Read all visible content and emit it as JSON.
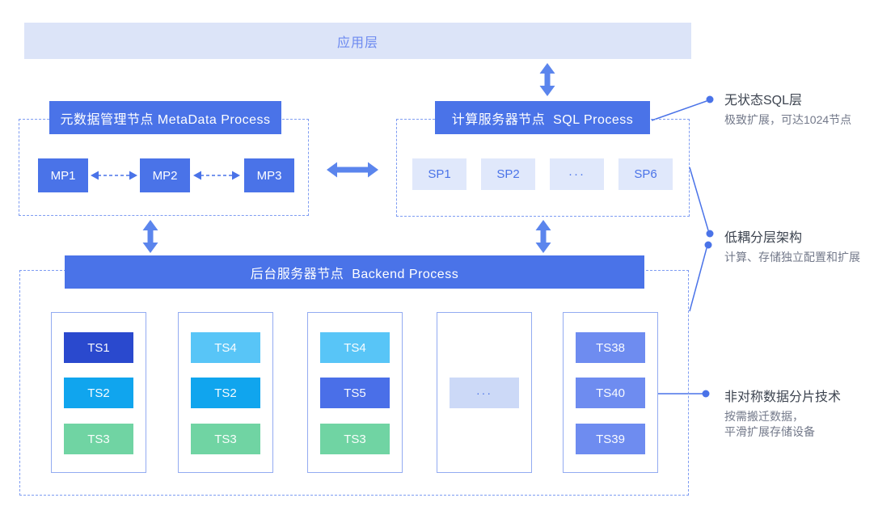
{
  "app_layer": {
    "label": "应用层"
  },
  "metadata": {
    "header": "元数据管理节点 MetaData Process",
    "nodes": [
      "MP1",
      "MP2",
      "MP3"
    ]
  },
  "sql_layer": {
    "header": "计算服务器节点  SQL Process",
    "nodes": [
      "SP1",
      "SP2",
      "···",
      "SP6"
    ]
  },
  "backend": {
    "header": "后台服务器节点  Backend Process",
    "columns": [
      {
        "cells": [
          {
            "label": "TS1",
            "color": "#2a49ce"
          },
          {
            "label": "TS2",
            "color": "#10a5ee"
          },
          {
            "label": "TS3",
            "color": "#70d4a3"
          }
        ]
      },
      {
        "cells": [
          {
            "label": "TS4",
            "color": "#58c5f7"
          },
          {
            "label": "TS2",
            "color": "#10a5ee"
          },
          {
            "label": "TS3",
            "color": "#70d4a3"
          }
        ]
      },
      {
        "cells": [
          {
            "label": "TS4",
            "color": "#58c5f7"
          },
          {
            "label": "TS5",
            "color": "#4a6fe8"
          },
          {
            "label": "TS3",
            "color": "#70d4a3"
          }
        ]
      },
      {
        "ellipsis": "···"
      },
      {
        "cells": [
          {
            "label": "TS38",
            "color": "#6e8cf0"
          },
          {
            "label": "TS40",
            "color": "#6e8cf0"
          },
          {
            "label": "TS39",
            "color": "#6e8cf0"
          }
        ]
      }
    ]
  },
  "annotations": [
    {
      "title": "无状态SQL层",
      "lines": [
        "极致扩展，可达1024节点"
      ]
    },
    {
      "title": "低耦分层架构",
      "lines": [
        "计算、存储独立配置和扩展"
      ]
    },
    {
      "title": "非对称数据分片技术",
      "lines": [
        "按需搬迁数据，",
        "平滑扩展存储设备"
      ]
    }
  ],
  "colors": {
    "primary_blue": "#4a73e8",
    "banner_bg": "#dce4f8",
    "banner_text": "#6d8af0",
    "sp_bg": "#e0e8fb",
    "dots_bg": "#ccd9f7",
    "dashed_border": "#7e9cf2",
    "column_border": "#93abf1",
    "arrow": "#5b85ed",
    "annotation_title_color": "#3d4450",
    "annotation_sub_color": "#73798a"
  }
}
